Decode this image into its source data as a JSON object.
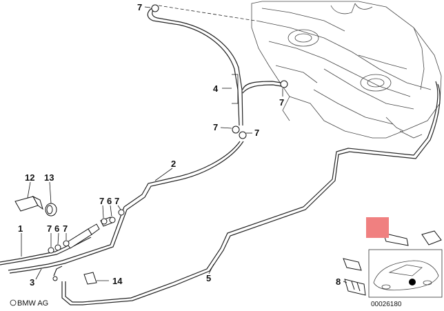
{
  "callouts": {
    "c7a": "7",
    "c4": "4",
    "c7b": "7",
    "c7c": "7",
    "c7d": "7",
    "c2": "2",
    "c12": "12",
    "c13": "13",
    "c7e": "7",
    "c6a": "6",
    "c7f": "7",
    "c1": "1",
    "c7g": "7",
    "c6b": "6",
    "c7h": "7",
    "c3": "3",
    "c14": "14",
    "c5": "5",
    "c8": "8"
  },
  "brand": "BMW AG",
  "drawing_number": "00026180",
  "colors": {
    "highlight": "#f08080",
    "line": "#222222"
  }
}
